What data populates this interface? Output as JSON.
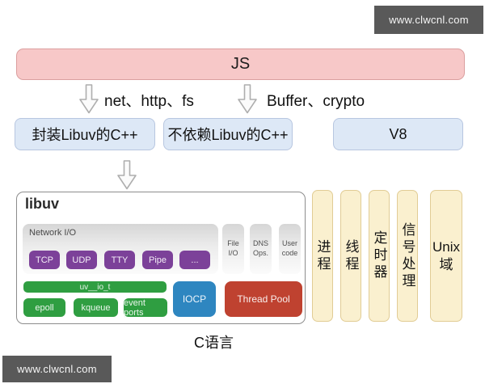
{
  "watermarks": {
    "top": "www.clwcnl.com",
    "bottom": "www.clwcnl.com"
  },
  "js_layer": {
    "label": "JS"
  },
  "arrow_labels": {
    "left": "net、http、fs",
    "right": "Buffer、crypto"
  },
  "binding_layer": {
    "wrap_libuv": "封装Libuv的C++",
    "no_libuv": "不依赖Libuv的C++",
    "v8": "V8"
  },
  "libuv": {
    "title": "libuv",
    "network_io": {
      "label": "Network I/O",
      "chips": [
        "TCP",
        "UDP",
        "TTY",
        "Pipe",
        "..."
      ]
    },
    "side_panels": [
      "File I/O",
      "DNS Ops.",
      "User code"
    ],
    "uv_io_t": "uv__io_t",
    "poll_backends": [
      "epoll",
      "kqueue",
      "event ports"
    ],
    "iocp": "IOCP",
    "thread_pool": "Thread Pool"
  },
  "handle_columns": [
    {
      "label": "进程"
    },
    {
      "label": "线程"
    },
    {
      "label": "定时器"
    },
    {
      "label": "信号处理"
    },
    {
      "label": "Unix域",
      "line1": "Unix",
      "line2": "域"
    }
  ],
  "footer": {
    "label": "C语言"
  },
  "colors": {
    "js_fill": "#f7c8c8",
    "js_border": "#db9f9f",
    "cpp_fill": "#dde8f6",
    "cpp_border": "#b7c6e0",
    "column_fill": "#faf0cf",
    "column_border": "#e1cc95",
    "purple": "#7c4199",
    "green": "#2f9e41",
    "blue": "#2e86c0",
    "red": "#bf4230",
    "panel_gray_top": "#d6d6d6",
    "panel_gray_bottom": "#fbfbfb",
    "watermark_bg": "#595959"
  }
}
